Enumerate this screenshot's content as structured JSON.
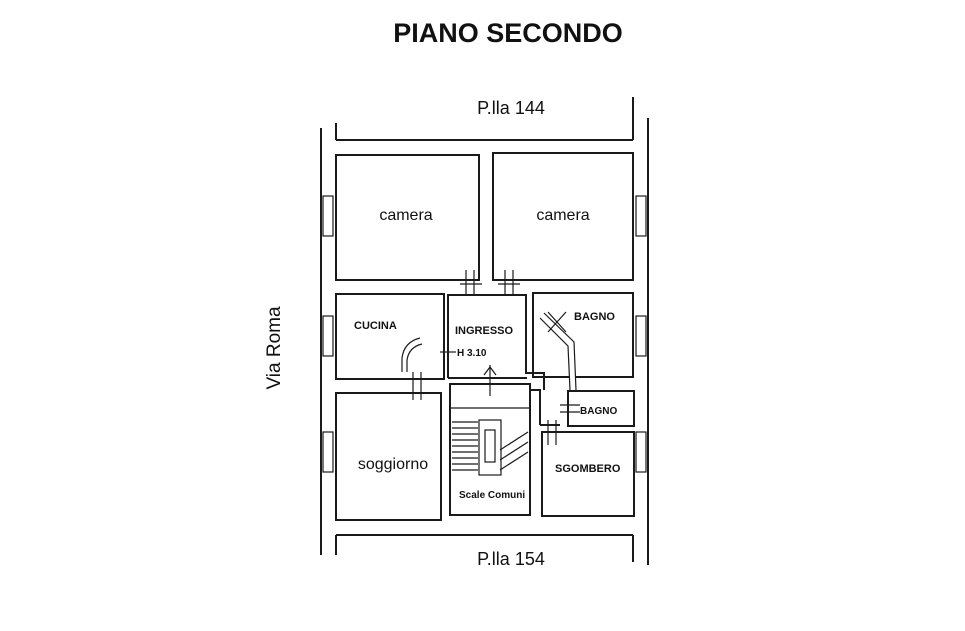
{
  "plan": {
    "title": "PIANO SECONDO",
    "street": "Via Roma",
    "parcel_top": "P.lla 144",
    "parcel_bottom": "P.lla 154",
    "height_mark": "H 3.10",
    "rooms": {
      "camera_left": "camera",
      "camera_right": "camera",
      "cucina": "CUCINA",
      "ingresso": "INGRESSO",
      "bagno_upper": "BAGNO",
      "bagno_lower": "BAGNO",
      "soggiorno": "soggiorno",
      "sgombero": "SGOMBERO",
      "scale": "Scale Comuni"
    }
  }
}
